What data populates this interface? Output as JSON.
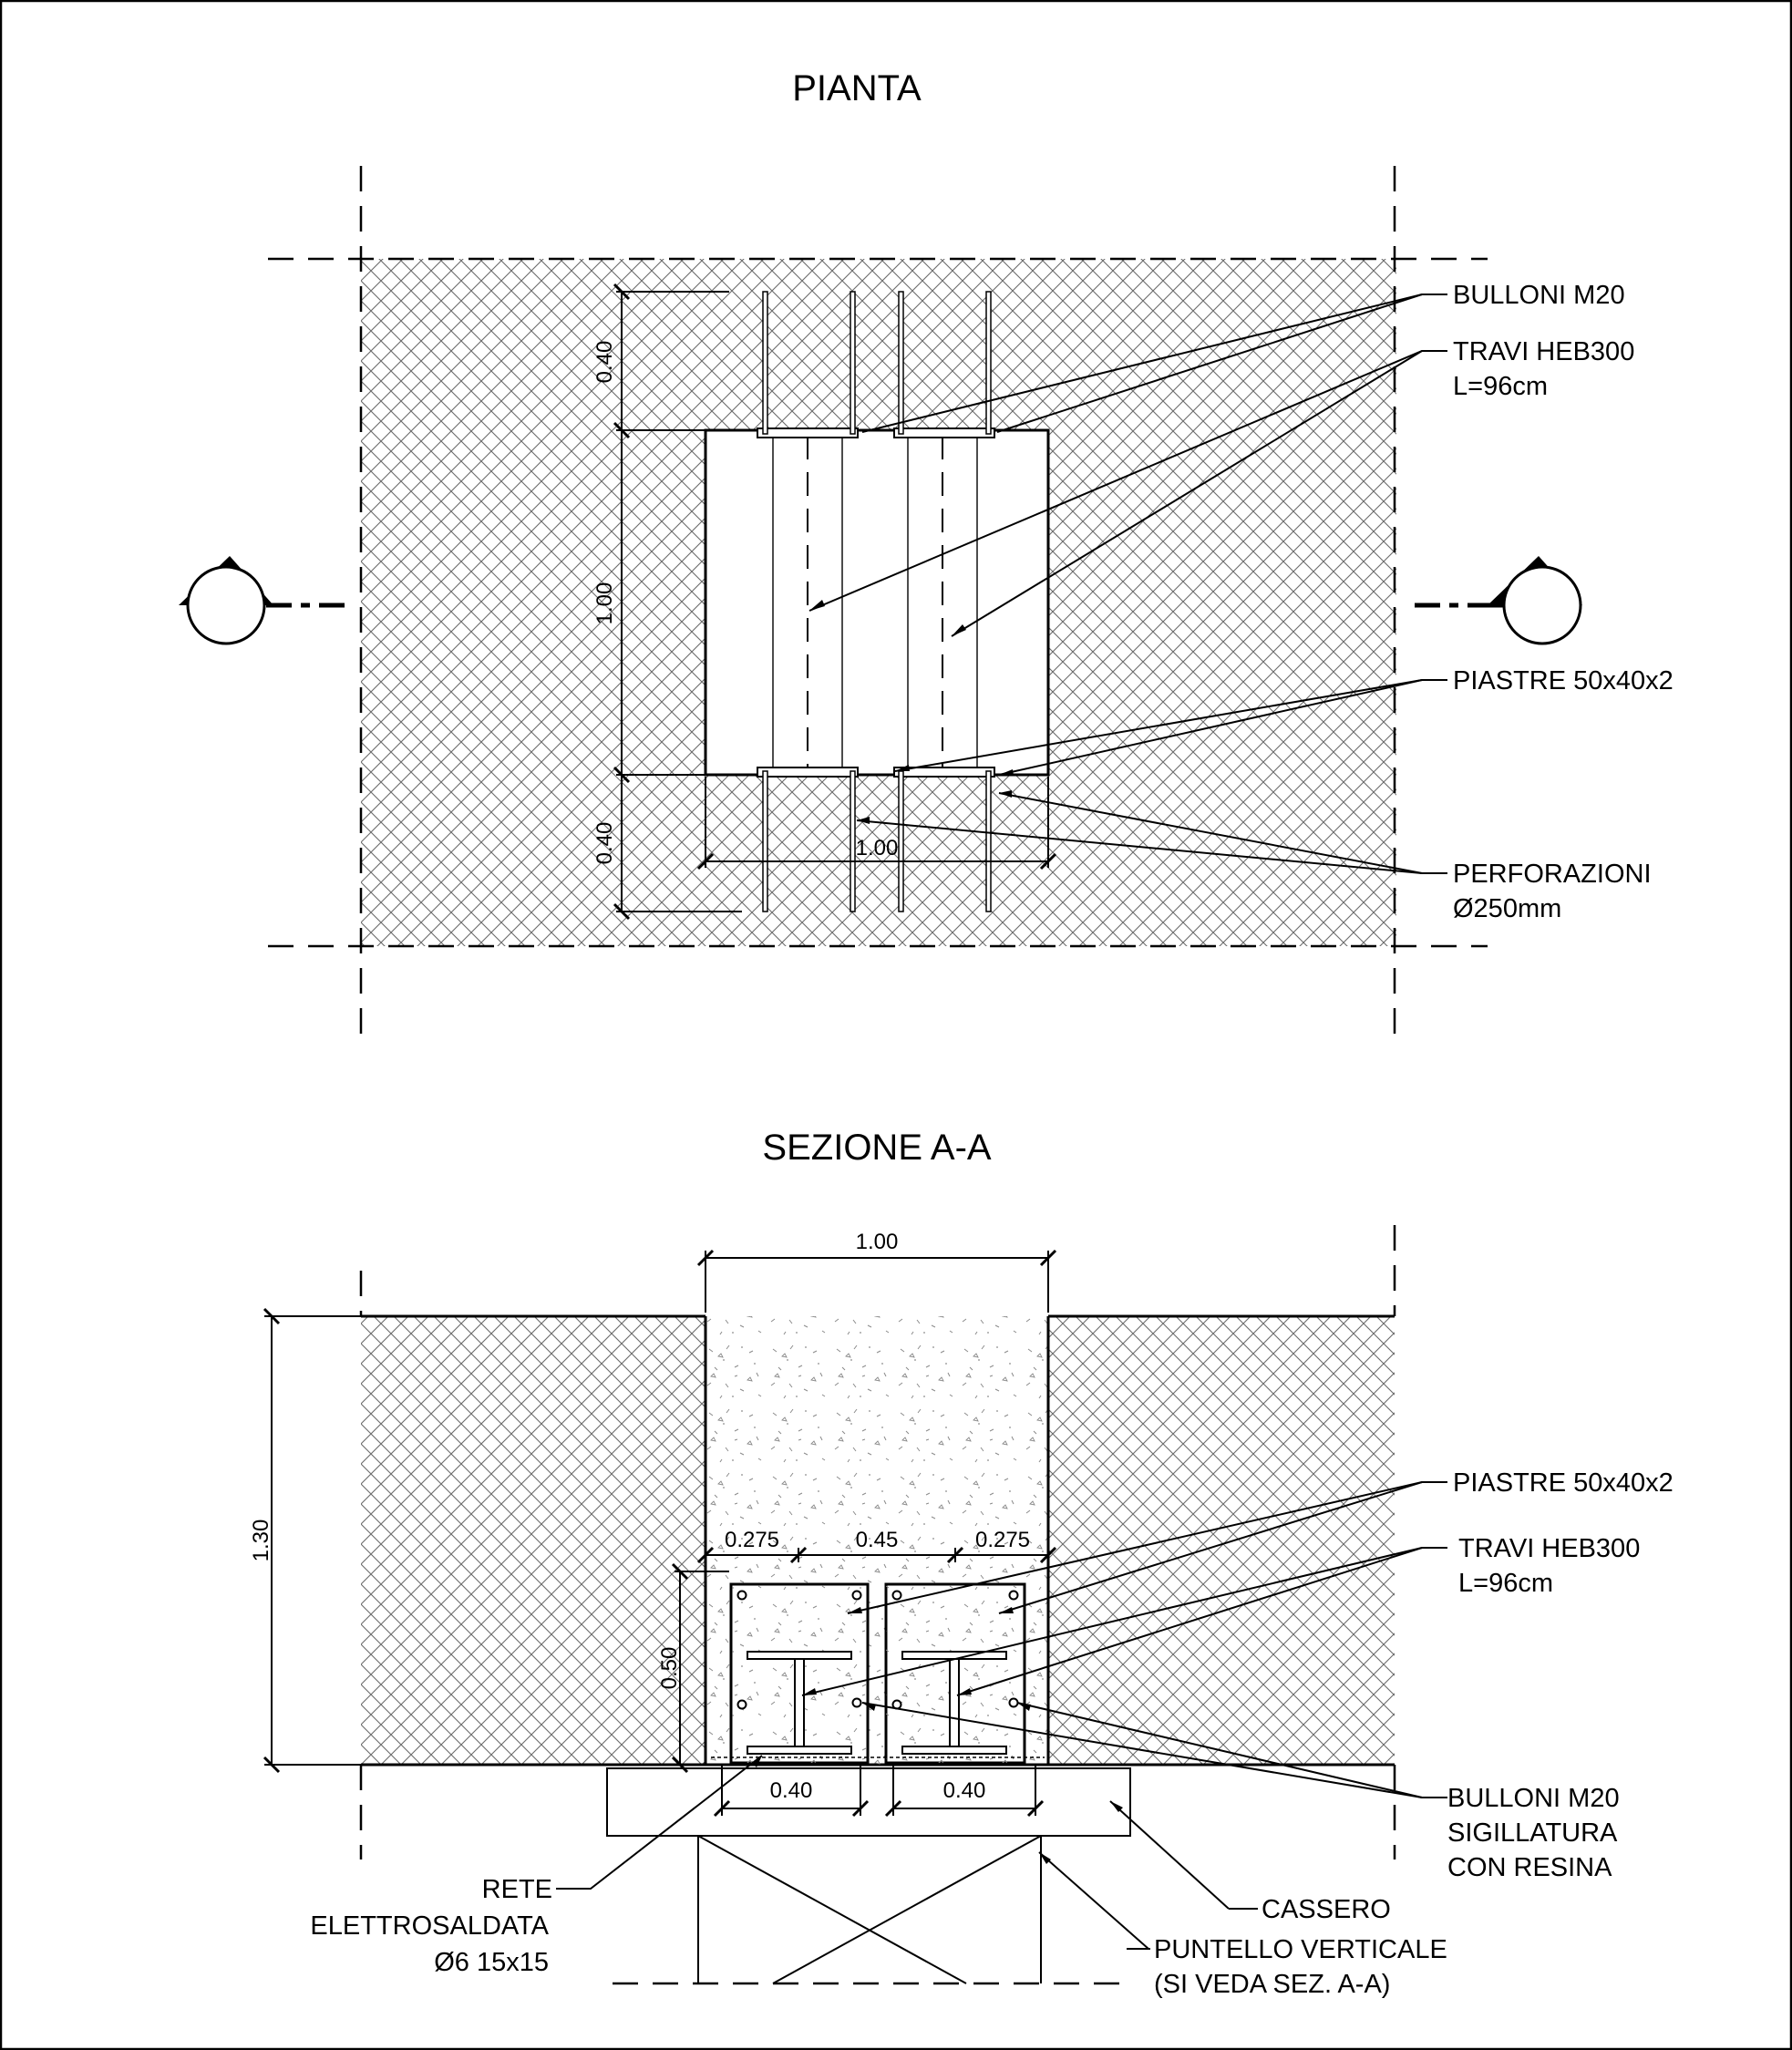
{
  "plan": {
    "title": "PIANTA",
    "labels": {
      "bolts": "BULLONI M20",
      "beams_1": "TRAVI HEB300",
      "beams_2": "L=96cm",
      "plates": "PIASTRE 50x40x2",
      "drill_1": "PERFORAZIONI",
      "drill_2": "Ø250mm"
    },
    "dims": {
      "top": "0.40",
      "middle": "1.00",
      "bottom": "0.40",
      "width": "1.00"
    }
  },
  "section": {
    "title": "SEZIONE A-A",
    "labels": {
      "plates": "PIASTRE 50x40x2",
      "beams_1": "TRAVI HEB300",
      "beams_2": "L=96cm",
      "bolts_1": "BULLONI M20",
      "bolts_2": "SIGILLATURA",
      "bolts_3": "CON RESINA",
      "formwork": "CASSERO",
      "prop_1": "PUNTELLO VERTICALE",
      "prop_2": "(SI VEDA SEZ. A-A)",
      "mesh_1": "RETE",
      "mesh_2": "ELETTROSALDATA",
      "mesh_3": "Ø6 15x15"
    },
    "dims": {
      "top_width": "1.00",
      "height": "1.30",
      "plate_height": "0.50",
      "edge_left": "0.275",
      "mid": "0.45",
      "edge_right": "0.275",
      "bottom_left": "0.40",
      "bottom_right": "0.40"
    }
  }
}
